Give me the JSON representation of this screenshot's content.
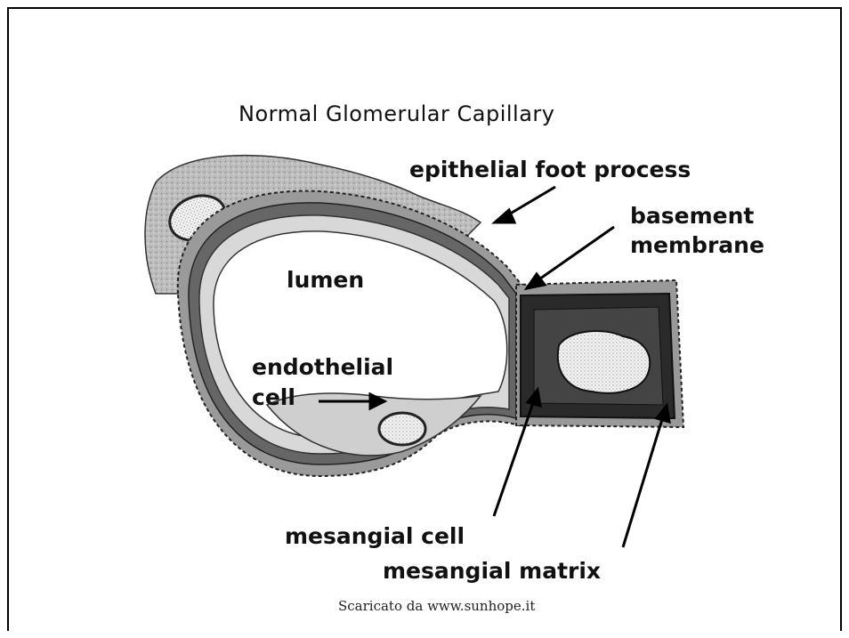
{
  "diagram": {
    "title": "Normal Glomerular Capillary",
    "labels": {
      "epithelial_foot_process": "epithelial foot process",
      "basement_membrane_line1": "basement",
      "basement_membrane_line2": "membrane",
      "lumen": "lumen",
      "endothelial_line1": "endothelial",
      "endothelial_line2": "cell",
      "mesangial_cell": "mesangial cell",
      "mesangial_matrix": "mesangial matrix"
    }
  },
  "footer": {
    "source": "Scaricato da www.sunhope.it"
  }
}
